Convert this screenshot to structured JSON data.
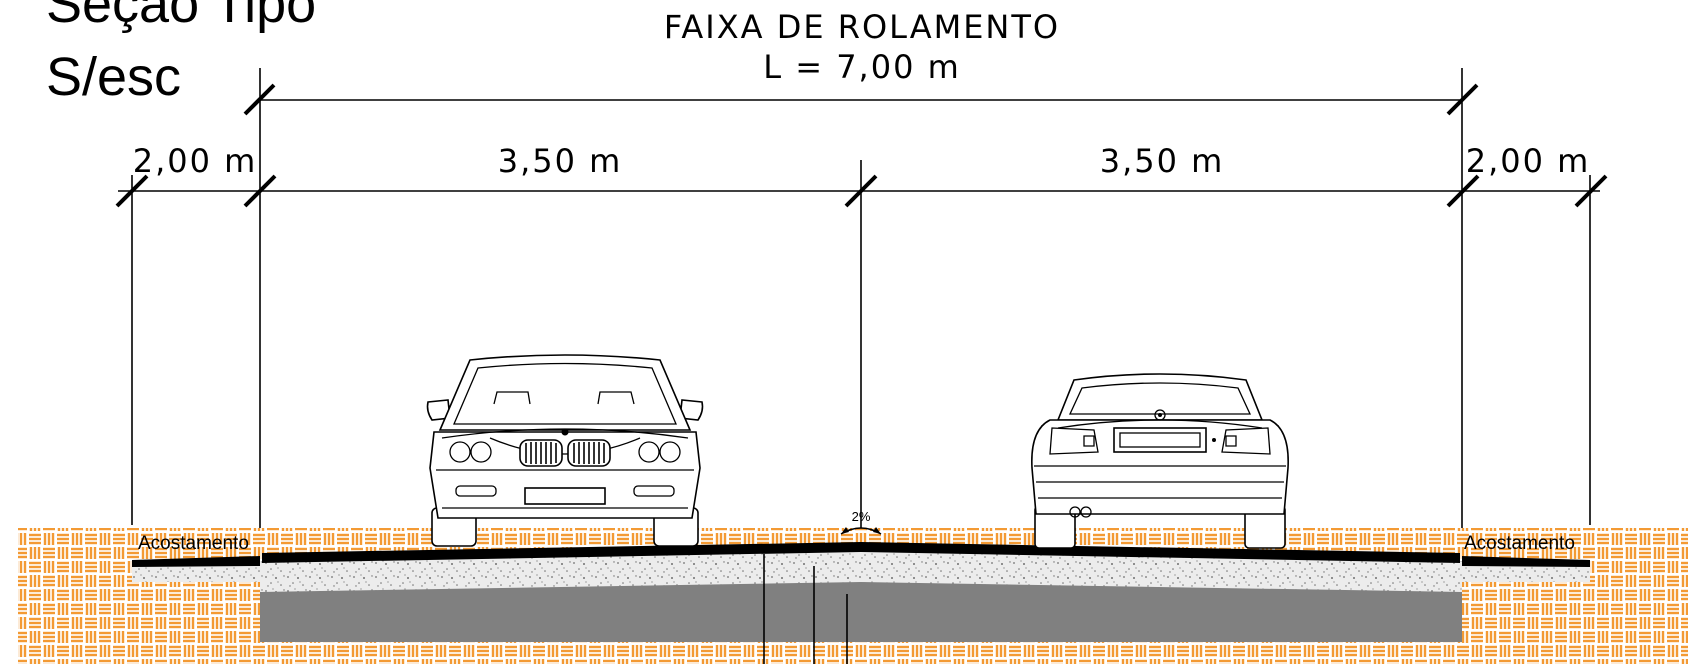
{
  "title": {
    "line1": "Seção Tipo",
    "line2": "S/esc"
  },
  "lane_dimension": {
    "label": "FAIXA DE ROLAMENTO",
    "value": "L = 7,00 m"
  },
  "segments": [
    {
      "id": "shoulder-left",
      "label": "2,00 m"
    },
    {
      "id": "lane-left",
      "label": "3,50 m"
    },
    {
      "id": "lane-right",
      "label": "3,50 m"
    },
    {
      "id": "shoulder-right",
      "label": "2,00 m"
    }
  ],
  "shoulder_left_label": "Acostamento",
  "shoulder_right_label": "Acostamento",
  "crossfall": "2%",
  "colors": {
    "soil": "#f39a34",
    "asphalt": "#000000",
    "base_layer": "#808080",
    "subbase_layer": "#e6e6e6"
  },
  "icons": [
    "car-front-icon",
    "car-rear-icon"
  ]
}
